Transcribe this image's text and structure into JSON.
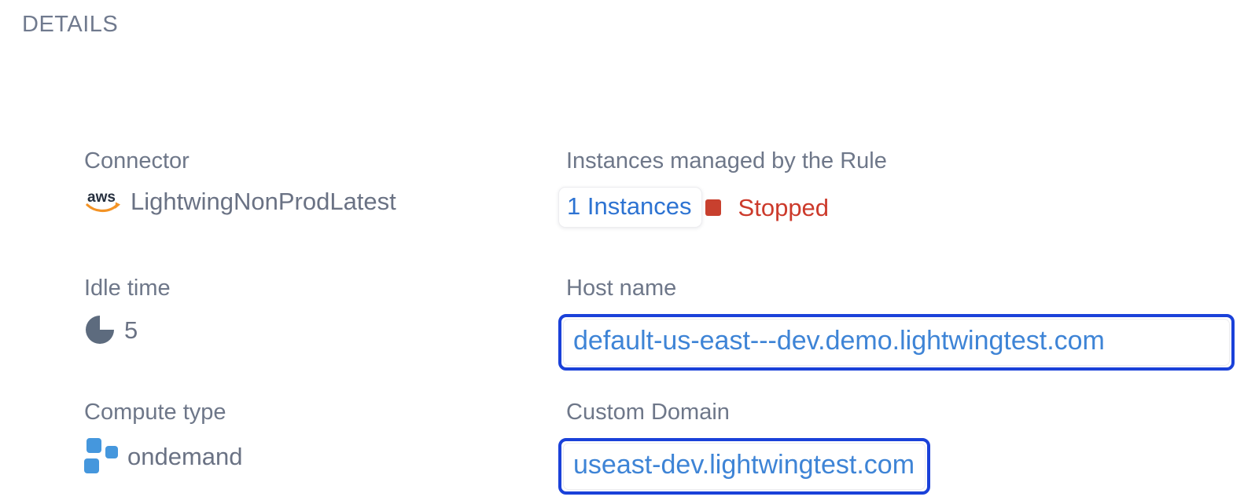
{
  "section": {
    "title": "DETAILS"
  },
  "colors": {
    "accent_blue_border": "#1a41d9",
    "link_blue": "#2d73d2",
    "url_text_blue": "#3e84d6",
    "status_red": "#cc3a2b",
    "status_square_red": "#c8402e",
    "aws_orange": "#f39325",
    "aws_dark": "#252f3e",
    "slate_icon": "#5d6b7e",
    "compute_blue": "#4597dd",
    "label_gray": "#6e7789"
  },
  "fields": {
    "connector": {
      "label": "Connector",
      "value": "LightwingNonProdLatest",
      "icon": "aws-icon"
    },
    "idle_time": {
      "label": "Idle time",
      "value": "5",
      "icon": "pie-chart-icon"
    },
    "compute_type": {
      "label": "Compute type",
      "value": "ondemand",
      "icon": "blocks-icon"
    },
    "instances": {
      "label": "Instances managed by the Rule",
      "link_label": "1 Instances",
      "status": "Stopped"
    },
    "host_name": {
      "label": "Host name",
      "value": "default-us-east---dev.demo.lightwingtest.com"
    },
    "custom_domain": {
      "label": "Custom Domain",
      "value": "useast-dev.lightwingtest.com"
    }
  }
}
